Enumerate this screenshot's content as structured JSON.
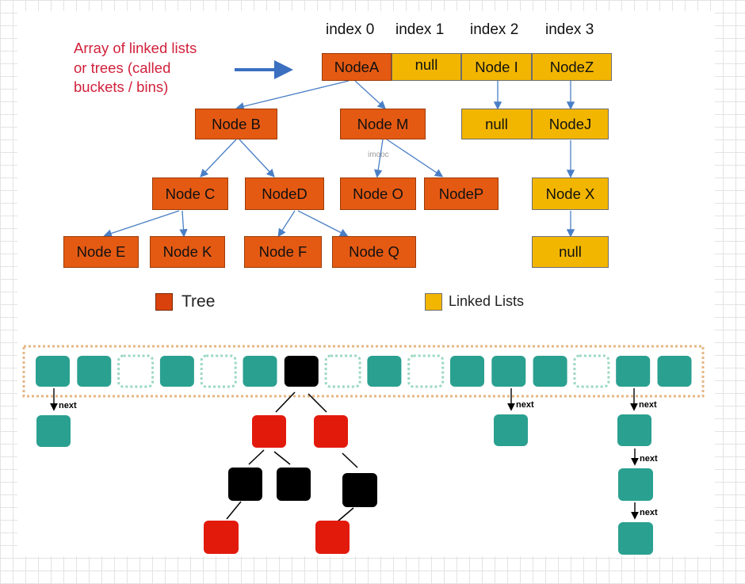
{
  "intro_lines": [
    "Array of linked lists",
    "or trees (called",
    "buckets / bins)"
  ],
  "index_labels": [
    "index 0",
    "index 1",
    "index 2",
    "index 3"
  ],
  "array_cells": [
    "NodeA",
    "null",
    "Node I",
    "NodeZ"
  ],
  "tree_nodes": {
    "b": "Node B",
    "m": "Node M",
    "c": "Node C",
    "d": "NodeD",
    "o": "Node O",
    "p": "NodeP",
    "e": "Node E",
    "k": "Node K",
    "f": "Node F",
    "q": "Node Q"
  },
  "list_nodes": {
    "idx2_next": "null",
    "idx3_next": "NodeJ",
    "x": "Node X",
    "x_next": "null"
  },
  "watermark": "imooc",
  "legend": {
    "tree": "Tree",
    "linked_lists": "Linked Lists"
  },
  "next_label": "next",
  "colors": {
    "tree": "#e55a13",
    "linked_list": "#f2b600",
    "intro_text": "#d1213b",
    "arrow": "#4a7fc6",
    "bucket": "#2aa090",
    "empty_bucket_border": "#9bd8c0",
    "red_node": "#e21a0c",
    "black_node": "#000000",
    "dotted_border": "#e5b785"
  },
  "bucket_row": [
    "filled",
    "filled",
    "empty",
    "filled",
    "empty",
    "filled",
    "black",
    "empty",
    "filled",
    "empty",
    "filled",
    "filled",
    "filled",
    "empty",
    "filled",
    "filled"
  ]
}
